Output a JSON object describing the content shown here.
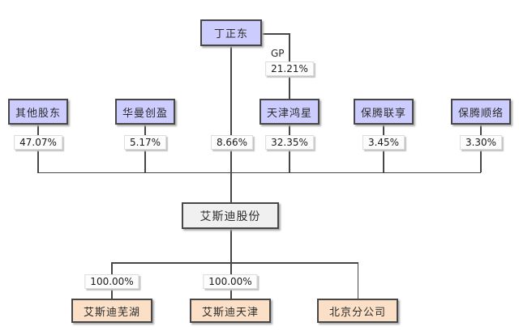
{
  "colors": {
    "page-bg": "#ffffff",
    "node-fill": "#ccccff",
    "company-fill": "#f0f0f0",
    "subsidiary-fill": "#fbe0c7",
    "label-bg": "#fdfdfd",
    "border": "#474747",
    "line": "#474747"
  },
  "diagram": {
    "type": "org-ownership-chart",
    "root": {
      "label": "丁正东"
    },
    "gp": {
      "label": "GP",
      "percent": "21.21%"
    },
    "direct": {
      "percent": "8.66%"
    },
    "shareholders": [
      {
        "label": "其他股东",
        "percent": "47.07%"
      },
      {
        "label": "华曼创盈",
        "percent": "5.17%"
      },
      {
        "label": "天津鸿星",
        "percent": "32.35%"
      },
      {
        "label": "保腾联享",
        "percent": "3.45%"
      },
      {
        "label": "保腾顺络",
        "percent": "3.30%"
      }
    ],
    "company": {
      "label": "艾斯迪股份"
    },
    "subsidiaries": [
      {
        "label": "艾斯迪芜湖",
        "percent": "100.00%"
      },
      {
        "label": "艾斯迪天津",
        "percent": "100.00%"
      },
      {
        "label": "北京分公司"
      }
    ]
  }
}
